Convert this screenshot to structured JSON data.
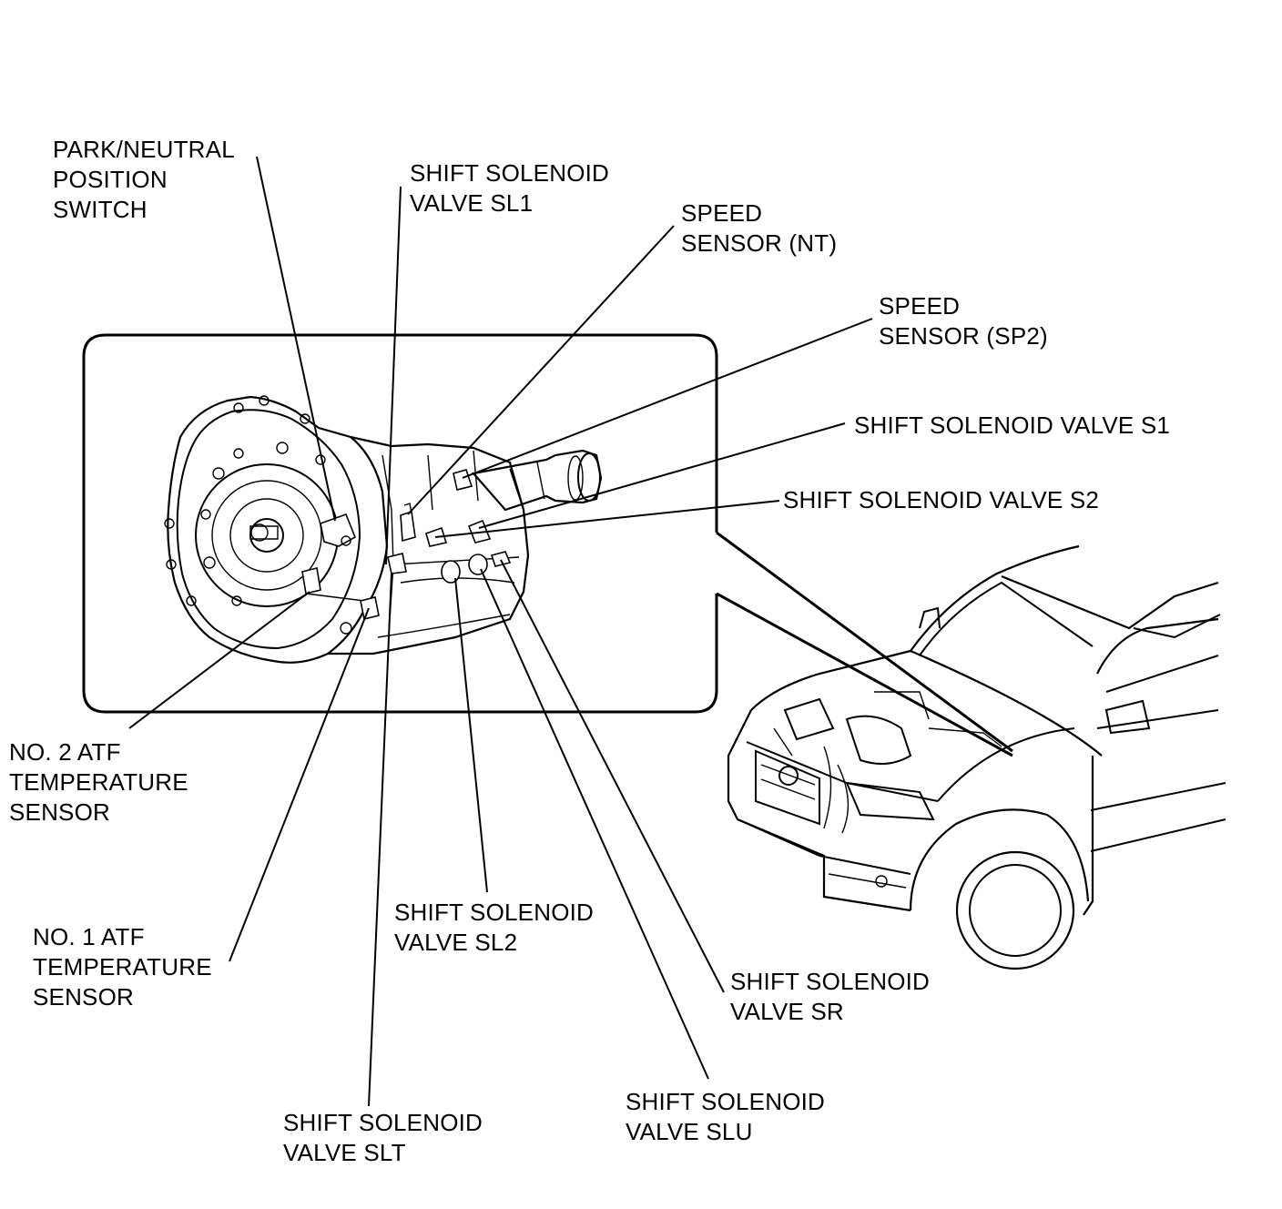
{
  "labels": {
    "park_neutral": [
      "PARK/NEUTRAL",
      "POSITION",
      "SWITCH"
    ],
    "sl1": [
      "SHIFT SOLENOID",
      "VALVE SL1"
    ],
    "speed_nt": [
      "SPEED",
      "SENSOR (NT)"
    ],
    "speed_sp2": [
      "SPEED",
      "SENSOR (SP2)"
    ],
    "s1": [
      "SHIFT SOLENOID VALVE S1"
    ],
    "s2": [
      "SHIFT SOLENOID VALVE S2"
    ],
    "atf2": [
      "NO. 2 ATF",
      "TEMPERATURE",
      "SENSOR"
    ],
    "atf1": [
      "NO. 1 ATF",
      "TEMPERATURE",
      "SENSOR"
    ],
    "sl2": [
      "SHIFT SOLENOID",
      "VALVE SL2"
    ],
    "sr": [
      "SHIFT SOLENOID",
      "VALVE SR"
    ],
    "slu": [
      "SHIFT SOLENOID",
      "VALVE SLU"
    ],
    "slt": [
      "SHIFT SOLENOID",
      "VALVE SLT"
    ]
  }
}
